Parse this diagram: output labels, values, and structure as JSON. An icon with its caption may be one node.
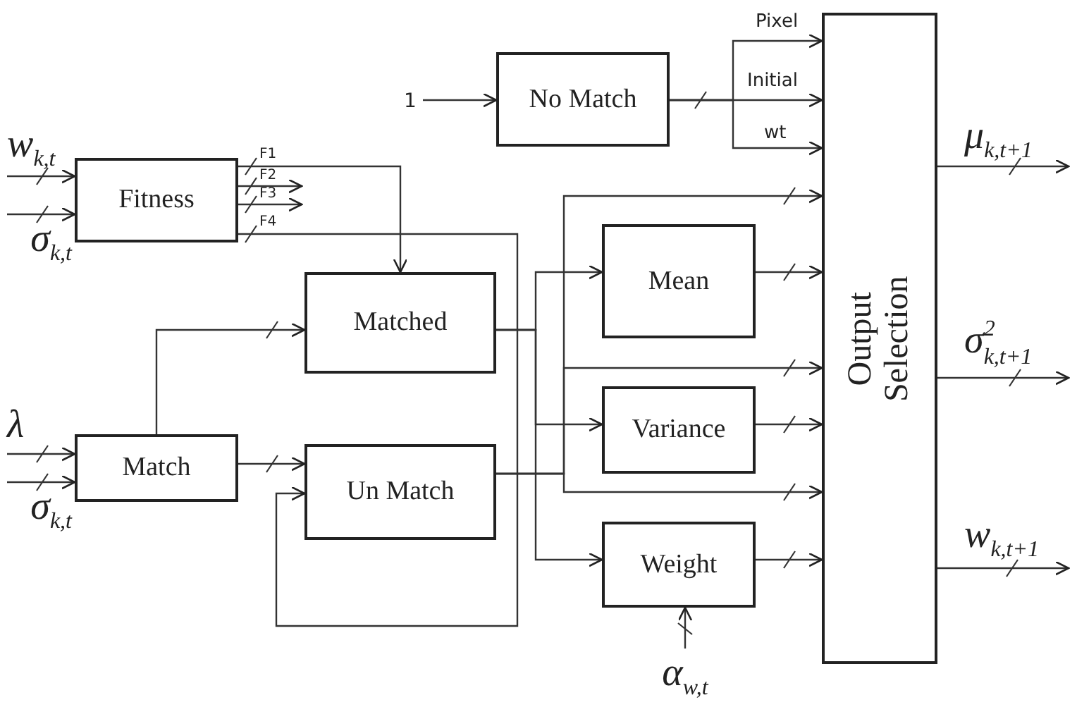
{
  "diagram": {
    "nodes": [
      {
        "text": [
          "w$_{k,t}$"
        ]
      },
      {
        "text": [
          "σ$_{k,t}$"
        ]
      },
      {
        "text": [
          "Fitness"
        ]
      },
      {
        "text": [
          "1"
        ]
      },
      {
        "text": [
          "No Match"
        ]
      },
      {
        "text": [
          "Matched"
        ]
      },
      {
        "text": [
          "λ"
        ]
      },
      {
        "text": [
          "σ$_{k,t}$"
        ]
      },
      {
        "text": [
          "Match"
        ]
      },
      {
        "text": [
          "Un Match"
        ]
      },
      {
        "text": [
          "Mean"
        ]
      },
      {
        "text": [
          "Variance"
        ]
      },
      {
        "text": [
          "Weight"
        ]
      },
      {
        "text": [
          "α$_{w,t}$"
        ]
      },
      {
        "text": [
          "Output Selection"
        ]
      },
      {
        "text": [
          "μ$_{k,t+1}$"
        ]
      },
      {
        "text": [
          "σ$^{2}$$_{k,t+1}$"
        ]
      },
      {
        "text": [
          "w$_{k,t+1}$"
        ]
      }
    ],
    "edges": [
      {
        "from": 0,
        "to": 2,
        "arrow": "to"
      },
      {
        "from": 1,
        "to": 2,
        "arrow": "to"
      },
      {
        "from": 2,
        "to": 5,
        "arrow": "to",
        "label": "F1"
      },
      {
        "from": 2,
        "to": null,
        "arrow": "to",
        "label": "F2"
      },
      {
        "from": 2,
        "to": null,
        "arrow": "to",
        "label": "F3"
      },
      {
        "from": 2,
        "to": 9,
        "arrow": "to",
        "label": "F4"
      },
      {
        "from": 3,
        "to": 4,
        "arrow": "to"
      },
      {
        "from": 4,
        "to": 14,
        "arrow": "to",
        "label": "Pixel"
      },
      {
        "from": 4,
        "to": 14,
        "arrow": "to",
        "label": "Initial"
      },
      {
        "from": 4,
        "to": 14,
        "arrow": "to",
        "label": "wt"
      },
      {
        "from": 6,
        "to": 8,
        "arrow": "to"
      },
      {
        "from": 7,
        "to": 8,
        "arrow": "to"
      },
      {
        "from": 8,
        "to": 5,
        "arrow": "to"
      },
      {
        "from": 8,
        "to": 9,
        "arrow": "to"
      },
      {
        "from": 5,
        "to": 10,
        "arrow": "to"
      },
      {
        "from": 5,
        "to": 11,
        "arrow": "to"
      },
      {
        "from": 5,
        "to": 12,
        "arrow": "to"
      },
      {
        "from": 9,
        "to": 14,
        "arrow": "to"
      },
      {
        "from": 9,
        "to": 14,
        "arrow": "to"
      },
      {
        "from": 9,
        "to": 14,
        "arrow": "to"
      },
      {
        "from": 10,
        "to": 14,
        "arrow": "to"
      },
      {
        "from": 11,
        "to": 14,
        "arrow": "to"
      },
      {
        "from": 12,
        "to": 14,
        "arrow": "to"
      },
      {
        "from": 13,
        "to": 12,
        "arrow": "to"
      },
      {
        "from": 14,
        "to": 15,
        "arrow": "to"
      },
      {
        "from": 14,
        "to": 16,
        "arrow": "to"
      },
      {
        "from": 14,
        "to": 17,
        "arrow": "to"
      }
    ]
  }
}
